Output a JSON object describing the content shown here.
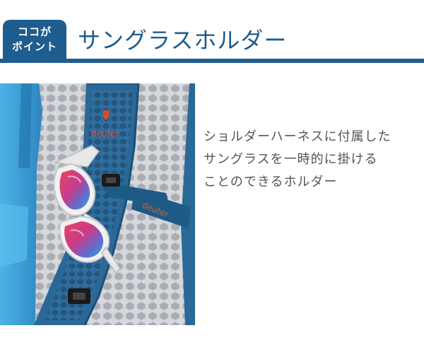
{
  "header": {
    "badge_line1": "ココが",
    "badge_line2": "ポイント",
    "title": "サングラスホルダー"
  },
  "photo": {
    "brand_text_top": "deuter",
    "brand_text_strap": "deuter"
  },
  "description": {
    "line1": "ショルダーハーネスに付属した",
    "line2": "サングラスを一時的に掛ける",
    "line3": "ことのできるホルダー"
  },
  "colors": {
    "accent": "#1f5d8e",
    "text": "#555555",
    "brand_red": "#d9482b"
  }
}
